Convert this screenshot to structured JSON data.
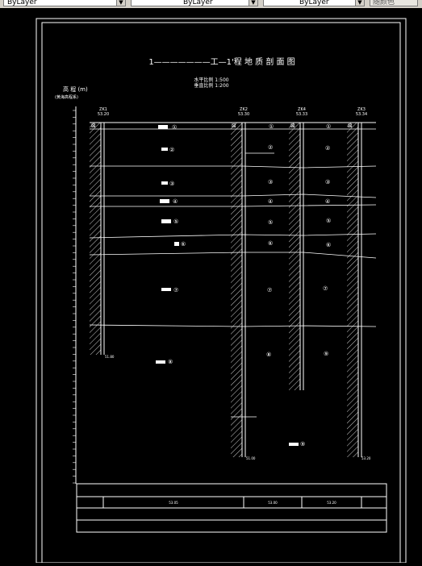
{
  "toolbar": {
    "layer_combo": "ByLayer",
    "linetype_combo": "ByLayer",
    "lineweight_combo": "ByLayer",
    "color_button": "随颜色"
  },
  "drawing": {
    "title": "1———————工—1'程  地  质  剖  面  图",
    "scale_h": "水平比例 1:500",
    "scale_v": "垂直比例 1:200",
    "axis_title": "高 程 (m)",
    "axis_subtitle": "(黄海高程系)",
    "boreholes": [
      {
        "id": "ZK1",
        "elev": "53.20"
      },
      {
        "id": "ZK2",
        "elev": "53.30"
      },
      {
        "id": "ZK4",
        "elev": "53.33"
      },
      {
        "id": "ZK3",
        "elev": "53.34"
      }
    ],
    "layer_labels": [
      "①",
      "②",
      "③",
      "④",
      "⑤",
      "⑥",
      "⑦",
      "⑧",
      "⑨"
    ],
    "bottom_values": [
      "51.80",
      "51.00",
      "53.20"
    ],
    "table_row2_values": [
      "53.05",
      "53.00",
      "53.20"
    ]
  }
}
